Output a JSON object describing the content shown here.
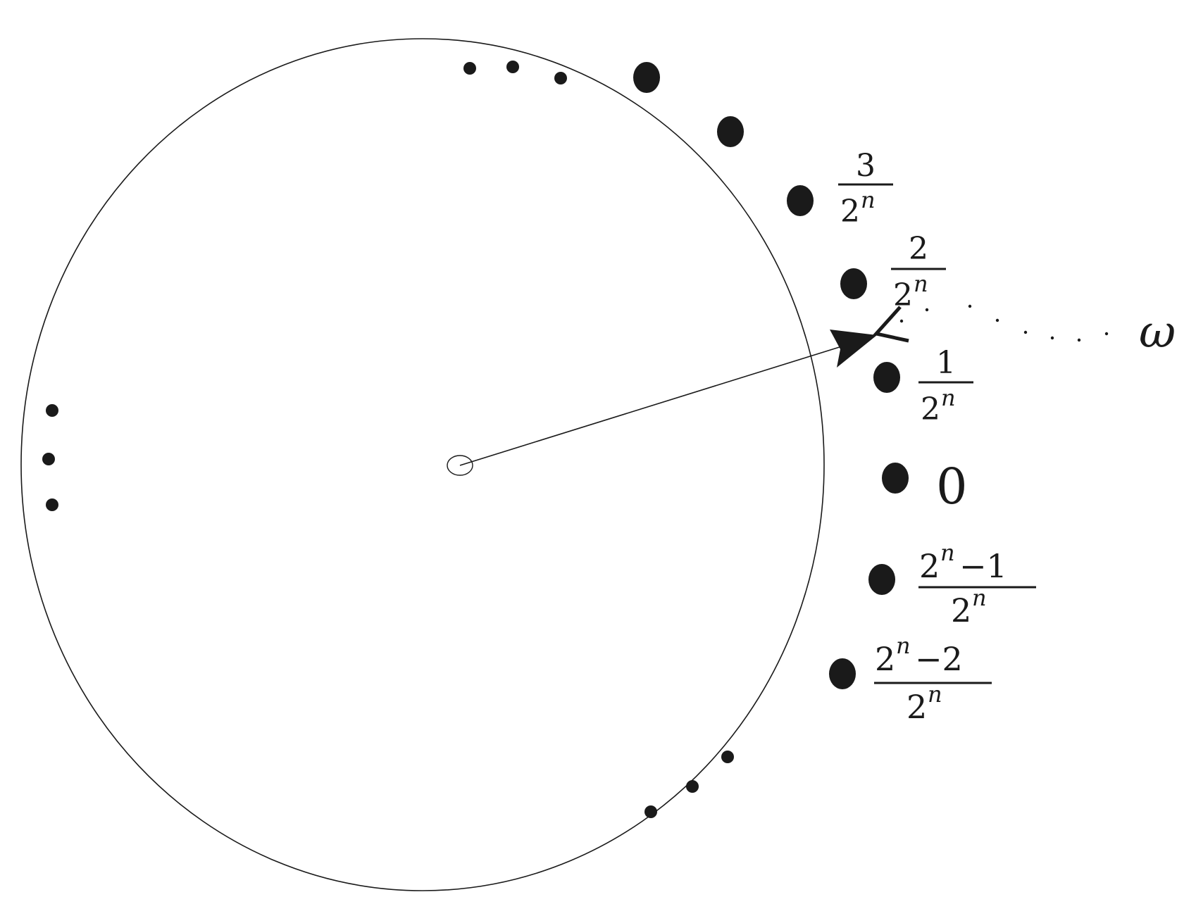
{
  "labels": {
    "zero": "0",
    "omega": "ω",
    "one_num": "1",
    "two_num": "2",
    "three_num": "3",
    "base": "2",
    "exp": "n",
    "minus_one": "−1",
    "minus_two": "−2"
  },
  "colors": {
    "ink": "#1a1a1a",
    "background": "#ffffff"
  }
}
